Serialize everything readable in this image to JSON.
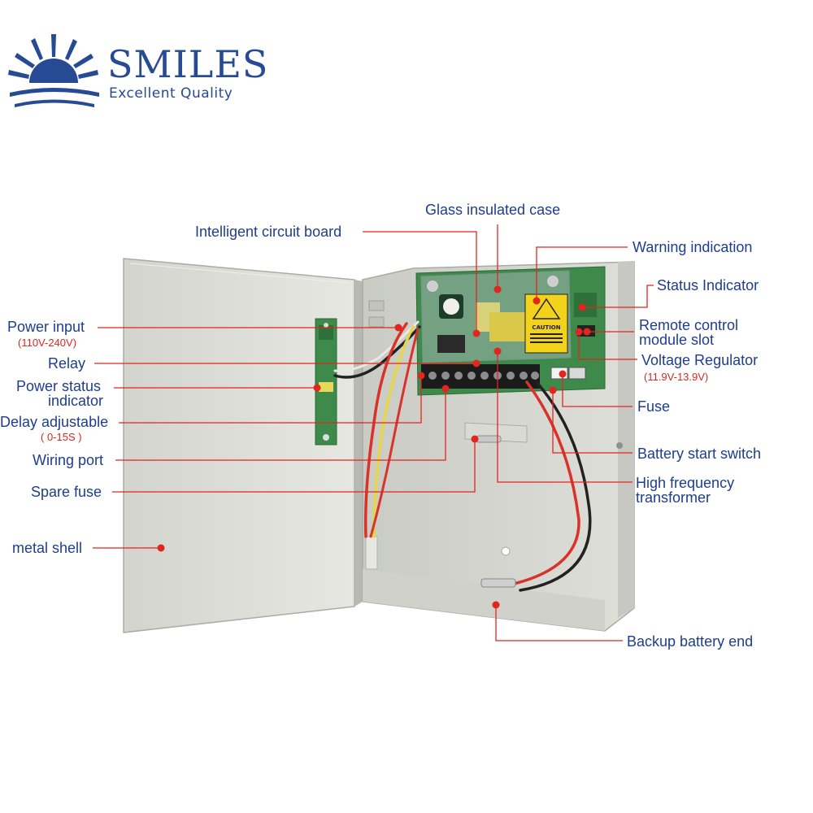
{
  "brand": {
    "name": "SMILES",
    "tagline": "Excellent Quality",
    "color": "#274a94"
  },
  "colors": {
    "label_text": "#1f3d8f",
    "leader_line": "#e0261f",
    "sub_text": "#e0261f",
    "case_metal": "#dcddd6",
    "pcb_green": "#3e8a4a"
  },
  "product": {
    "caution_label": "CAUTION"
  },
  "callouts": {
    "glass_insulated_case": "Glass insulated case",
    "intelligent_circuit_board": "Intelligent circuit board",
    "warning_indication": "Warning indication",
    "status_indicator": "Status Indicator",
    "remote_control_module_slot_line1": "Remote control",
    "remote_control_module_slot_line2": "module slot",
    "voltage_regulator": "Voltage Regulator",
    "voltage_regulator_range": "(11.9V-13.9V)",
    "fuse": "Fuse",
    "battery_start_switch": "Battery start switch",
    "high_frequency_transformer_line1": "High frequency",
    "high_frequency_transformer_line2": "transformer",
    "backup_battery_end": "Backup battery end",
    "power_input": "Power input",
    "power_input_range": "(110V-240V)",
    "relay": "Relay",
    "power_status_indicator_line1": "Power status",
    "power_status_indicator_line2": "indicator",
    "delay_adjustable": "Delay adjustable",
    "delay_adjustable_range": "( 0-15S )",
    "wiring_port": "Wiring port",
    "spare_fuse": "Spare fuse",
    "metal_shell": "metal shell"
  }
}
